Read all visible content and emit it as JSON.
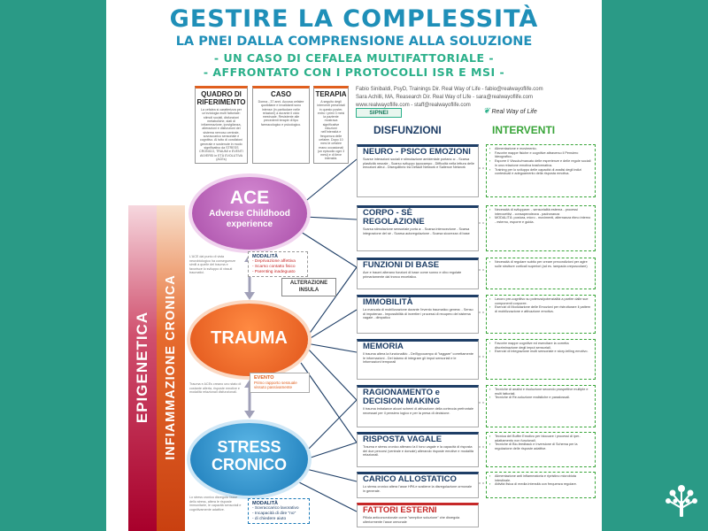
{
  "header": {
    "title": "GESTIRE LA COMPLESSITÀ",
    "subtitle": "LA PNEI DALLA COMPRENSIONE ALLA SOLUZIONE",
    "line3": "- UN CASO DI CEFALEA MULTIFATTORIALE -",
    "line4": "- AFFRONTATO CON I PROTOCOLLI ISR E MSI -"
  },
  "intro_boxes": [
    {
      "title": "QUADRO DI RIFERIMENTO",
      "text": "La cefalea si caratterizza per un'eziologia multi fattoriale: stimoli sociali, disfunzioni metaboliche, stati di infiammazione, ipovigilanza, alterazioni e disfunzioni del sistema nervoso centrale, sovraccarico sensoriale e cognitivo. Al tutto di condizioni generale e sostenute in modo significativo da STRESS CRONICO, TRAUMI e EVENTI AVVERSI in ETÀ EVOLUTIVA (ACEs)"
    },
    {
      "title": "CASO",
      "text": "Donna - 37 anni. Accusa cefalee quotidiane e invalidanti sono intense (in particolare nelle relazioni) a durante il ciclo mestruale. Resistente alle precedenti terapie di tipo farmacologico e psicologico."
    },
    {
      "title": "TERAPIA",
      "text": "A seguito degli interventi presentati in questo poster, entro i primi 3 mesi la paziente mostrava significative riduzioni nell'intensità e frequenza delle cefalee. Dopo 10 mesi le cefalee erano occasionali (un episodio ogni 3 mesi) e di lieve intensità."
    }
  ],
  "authors": {
    "line1": "Fabio Sinibaldi, PsyD, Trainings Dir. Real Way of Life - fabio@realwayoflife.com",
    "line2": "Sara Achilli, MA, Reasearch Dir. Real Way of Life - sara@realwayoflife.com",
    "line3": "www.realwayoflife.com - staff@realwayoflife.com",
    "sipnei": "SIPNEI",
    "brand": "Real Way of Life"
  },
  "columns": {
    "dysfunctions": "DISFUNZIONI",
    "interventions": "INTERVENTI"
  },
  "left": {
    "epigenetica": "EPIGENETICA",
    "infiammazione": "INFIAMMAZIONE CRONICA",
    "ace_title": "ACE",
    "ace_sub1": "Adverse Childhood",
    "ace_sub2": "experience",
    "trauma": "TRAUMA",
    "stress1": "STRESS",
    "stress2": "CRONICO",
    "ace_mod_title": "MODALITÀ",
    "ace_mod_items": [
      "- Deprivazione affettiva",
      "- Scarso contatto fisico",
      "- Parenting inadeguato"
    ],
    "alterazione": "ALTERAZIONE",
    "insula": "INSULA",
    "evento_title": "EVENTO",
    "evento_text": "Primo rapporto sessuale vissuto passivamente",
    "stress_mod_title": "MODALITÀ",
    "stress_mod_items": [
      "- Sovraccarico lavorativo",
      "- Incapacità di dire \"no\"",
      "- di chiedere aiuto"
    ],
    "note_ace": "L'ACE dal punto di vista neurobiologico ha conseguenze simili a quelle del trauma e favorisce lo sviluppo di vissuti traumatici.",
    "note_trauma": "Trauma e ACEs creano uno stato di costante allerta, risposte emotive e modalità relazionali disfunzionali.",
    "note_stress": "Lo stress cronico disregola l'asse dello stress, altera le risposte immunitarie, le capacità sensoriali e cognitivamente adattive."
  },
  "dysfunctions": [
    {
      "title": "NEURO - PSICO EMOZIONI",
      "text": "Scarse interazioni sociali e stimolazione ambientale portano a: - Scarsa plasticità neurale - Scarso sviluppo ippocampo - Difficoltà nella lettura delle emozioni altrui - Disequilibrio tra Default Network e Salience Network"
    },
    {
      "title": "CORPO - SÈ REGOLAZIONE",
      "text": "Scarsa stimolazione sensoriale porta a: - Scarsa interocezione - Scarsa integrazione del sé - Scarsa autoregolazione - Scarsa sicurezza di base"
    },
    {
      "title": "FUNZIONI DI BASE",
      "text": "Ace e traumi alterano funzioni di base come sonno e cibo regolate primariamente dal tronco encefalico."
    },
    {
      "title": "IMMOBILITÀ",
      "text": "La mancata di mobilizzazione durante l'evento traumatico genera: - Senso di impotenza - Impossibilità di invertire i processi di recupero del sistema vagale - dimpatico"
    },
    {
      "title": "MEMORIA",
      "text": "Il trauma altera la funzionalità: - Dell'ippocampo di \"taggare\" correttamente le informazioni - Del talamo di integrare gli imput sensoriali e le informazioni temporali"
    },
    {
      "title": "RAGIONAMENTO e DECISION MAKING",
      "text": "Il trauma imbalance alcuni schemi di attivazione della corteccia prefrontale necessari per il pensiero logico e per la presa di decisione."
    },
    {
      "title": "RISPOSTA VAGALE",
      "text": "Trauma e stress cronico alterano la il tono vagale e la capacità di risposta dei due percorsi (ventrale e dorsale) alterando risposte emotive e modalità relazionali."
    },
    {
      "title": "CARICO ALLOSTATICO",
      "text": "Lo stress cronico altera l'asse HPA e sostiene la disregolazione ormonale in generale."
    },
    {
      "title": "FATTORI ESTERNI",
      "text": "Pillola anticoncezionale come \"semplice soluzione\" che disregola ulteriormente l'asse ormonale"
    }
  ],
  "interventions": [
    [
      "Alimentazione e movimento.",
      "Favorire mappe fisiche e cognitive attraverso il Pensiero Ideografico.",
      "Esporre il Vissuto/marcato delle esperienze e delle regole sociali in una relazione emotiva trasformativa.",
      "Training per lo sviluppo delle capacità di analisi degli indizi contestuali e adeguamento della risposta emotiva."
    ],
    [
      "Necessità di sviluppare: - sensorialità esterna - processi interocettivi - consapevolezza - padronanza",
      "MODALITÀ: postura, micro - movimenti, alternanza ritmo interno - esterno, esporre e guida."
    ],
    [
      "Necessità di regolare subito per creare precondizioni per agire sulle strutture corticali superiori (ad es. lampada crepuscolare)"
    ],
    [
      "Lavoro pre-cognitivo su potenza/potenzialità a partire dalle sue componenti corporee.",
      "Esercizi di Modulazione delle Emozioni per ristrutturare il pattern di mobilizzazione e attivazione emotiva."
    ],
    [
      "Favorire mappe cognitive ed esercitare la corretta discriminazione degli imput sensoriali.",
      "Esercizi di integrazione multi sensoriale e story-telling emotivo."
    ],
    [
      "Tecniche di analisi e risoluzione secondo prospettive multiple e multi fattoriali.",
      "Tecniche di Re-soluzione realistiche e paradossali."
    ],
    [
      "Tecnica del Buffer Emotivo per bloccare i processi di iper-adattamento non funzionali.",
      "Tecniche di Bio-feedback e Inversione di Schema per la regolazione delle risposte adattive."
    ],
    [
      "Alimentazione anti infiammatoria e ripristino microbiota intestinale.",
      "Attività fisica di media intensità con frequenza regolare."
    ],
    []
  ]
}
